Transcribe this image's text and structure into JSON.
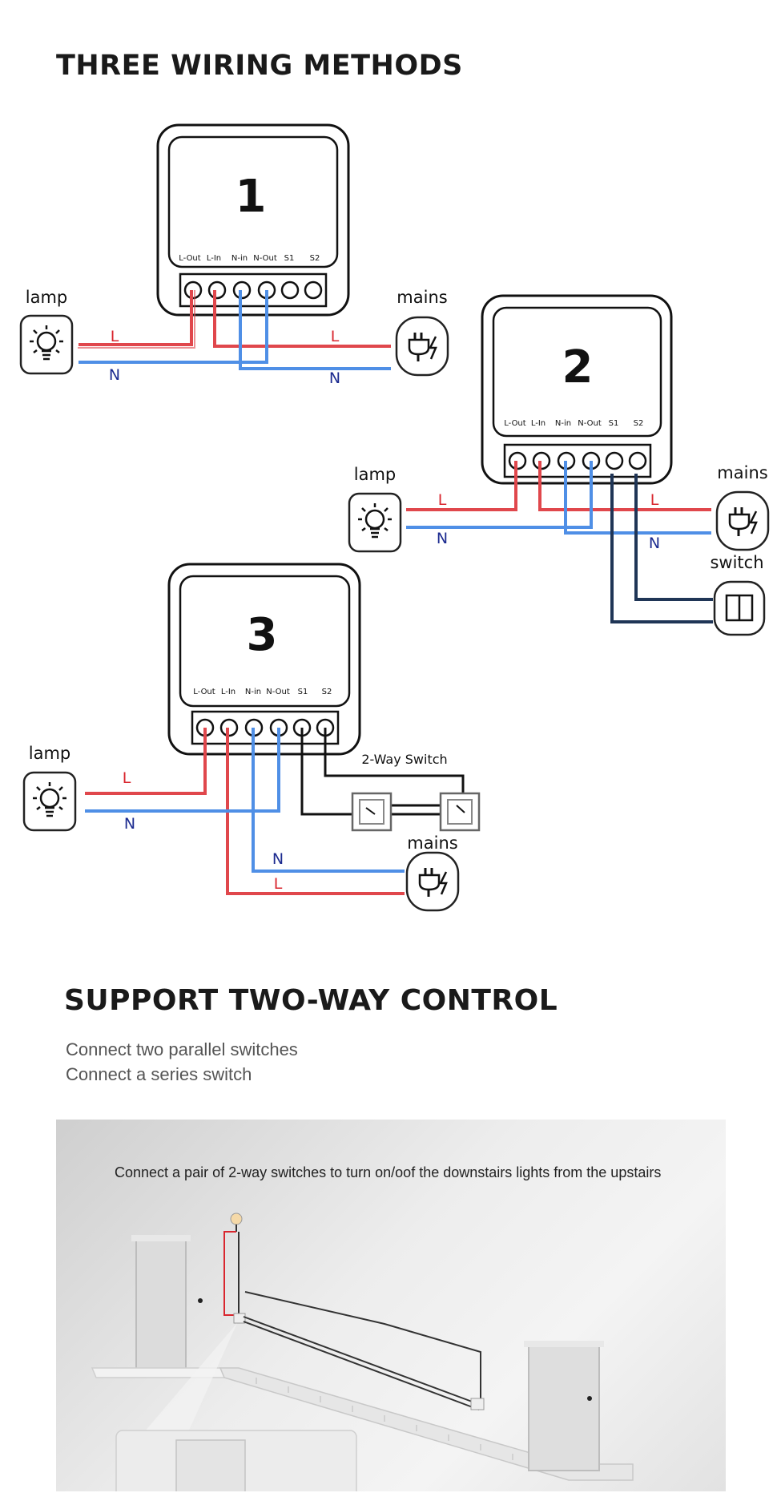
{
  "section1": {
    "title": "THREE WIRING METHODS"
  },
  "terminal_labels": [
    "L-Out",
    "L-In",
    "N-in",
    "N-Out",
    "S1",
    "S2"
  ],
  "diagrams": [
    {
      "number": "1",
      "lamp": "lamp",
      "mains": "mains",
      "line": "L",
      "neutral": "N"
    },
    {
      "number": "2",
      "lamp": "lamp",
      "mains": "mains",
      "switch": "switch",
      "line": "L",
      "neutral": "N"
    },
    {
      "number": "3",
      "lamp": "lamp",
      "mains": "mains",
      "two_way": "2-Way Switch",
      "line": "L",
      "neutral": "N"
    }
  ],
  "section2": {
    "title": "SUPPORT TWO-WAY CONTROL",
    "lines": [
      "Connect two parallel switches",
      "Connect a series switch"
    ],
    "caption": "Connect a pair of 2-way switches to turn on/oof the downstairs lights from the upstairs"
  },
  "colors": {
    "line_red": "#e0474c",
    "neutral_blue": "#4f8fe6",
    "switch_navy": "#1f3556",
    "label_red": "#d9262e",
    "label_blue": "#1b2a8f"
  }
}
